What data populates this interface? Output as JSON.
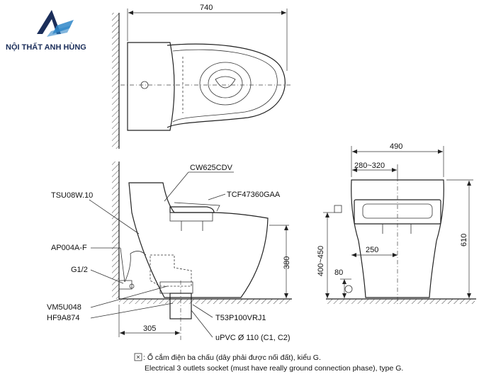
{
  "brand": {
    "name": "NỘI THẤT ANH HÙNG",
    "logo_colors": [
      "#1b2e5a",
      "#2e86c8"
    ]
  },
  "top_view": {
    "width_dim": "740"
  },
  "side_view": {
    "labels": {
      "seat": "CW625CDV",
      "cover": "TCF47360GAA",
      "supply_hose": "TSU08W.10",
      "stop_valve": "AP004A-F",
      "thread": "G1/2",
      "connector": "VM5U048",
      "flange": "HF9A874",
      "adapter": "T53P100VRJ1",
      "pipe": "uPVC Ø 110 (C1, C2)"
    },
    "dims": {
      "height": "380",
      "rough_in": "305"
    }
  },
  "front_view": {
    "dims": {
      "width": "490",
      "range": "280~320",
      "offset": "250",
      "supply_height": "80",
      "socket_height": "400~450",
      "total_height": "610"
    }
  },
  "note": {
    "line1": ": Ổ cắm điện ba chấu (dây phải được nối đất), kiểu G.",
    "line2": "Electrical 3 outlets socket (must have really ground connection phase), type G."
  }
}
